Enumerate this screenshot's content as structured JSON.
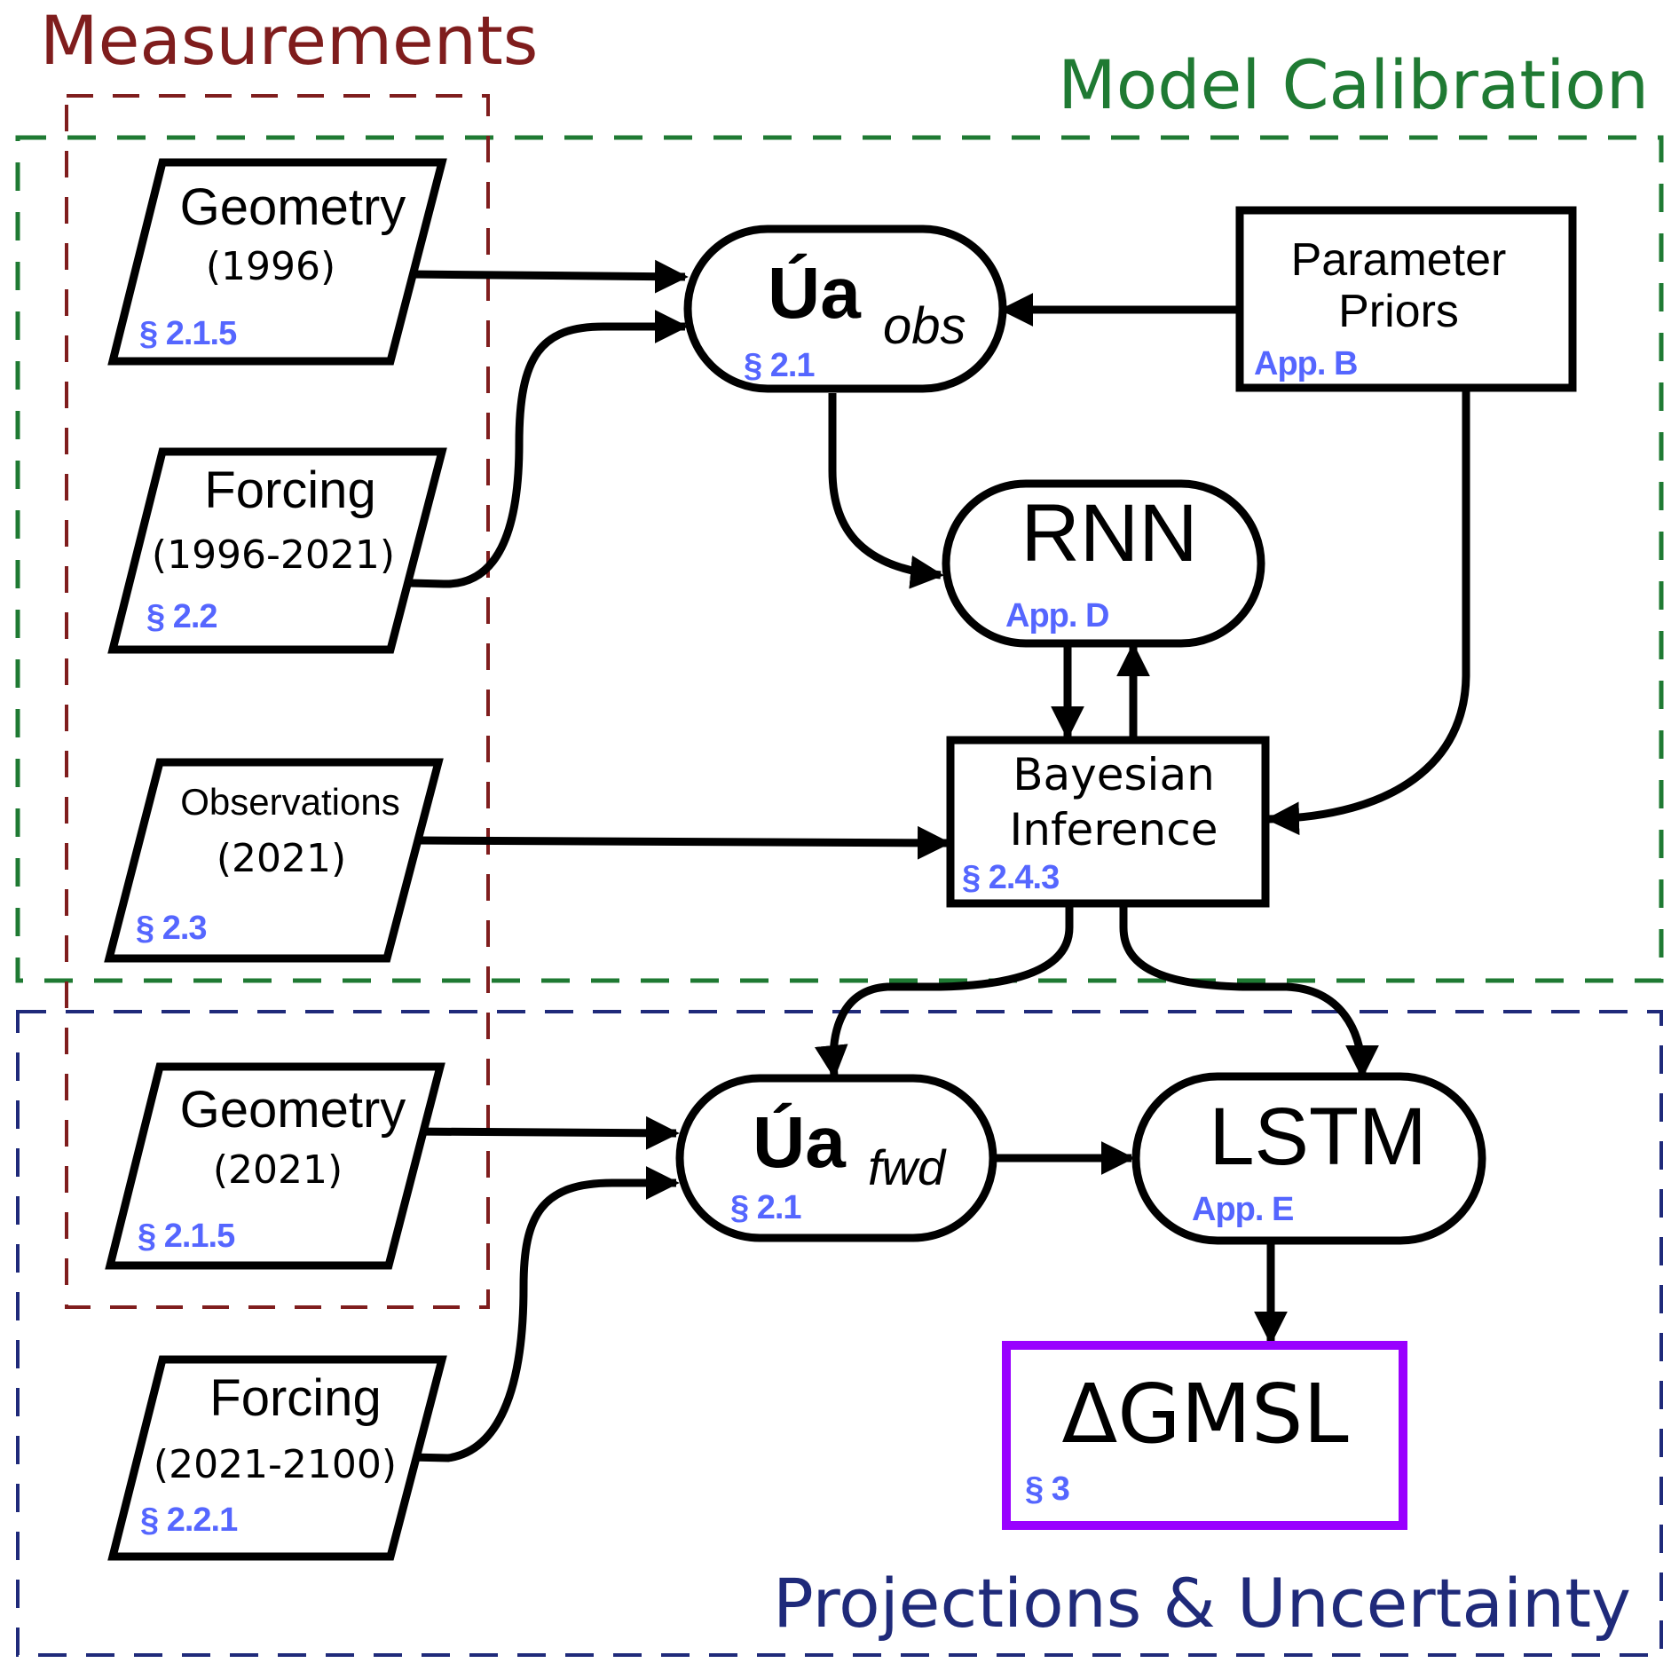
{
  "groups": {
    "measurements": {
      "title": "Measurements",
      "color": "#7f1d1d"
    },
    "calibration": {
      "title": "Model Calibration",
      "color": "#1f7a33"
    },
    "projections": {
      "title": "Projections & Uncertainty",
      "color": "#1f2a7a"
    }
  },
  "inputs": {
    "geometry_1996": {
      "title": "Geometry",
      "sub": "(1996)",
      "ref": "§ 2.1.5"
    },
    "forcing_1996": {
      "title": "Forcing",
      "sub": "(1996-2021)",
      "ref": "§ 2.2"
    },
    "observations": {
      "title": "Observations",
      "sub": "(2021)",
      "ref": "§ 2.3"
    },
    "geometry_2021": {
      "title": "Geometry",
      "sub": "(2021)",
      "ref": "§ 2.1.5"
    },
    "forcing_2021": {
      "title": "Forcing",
      "sub": "(2021-2100)",
      "ref": "§ 2.2.1"
    }
  },
  "processes": {
    "ua_obs": {
      "title": "Úa",
      "subscript": "obs",
      "ref": "§ 2.1"
    },
    "rnn": {
      "title": "RNN",
      "ref": "App. D"
    },
    "priors": {
      "line1": "Parameter",
      "line2": "Priors",
      "ref": "App. B"
    },
    "bayes": {
      "line1": "Bayesian",
      "line2": "Inference",
      "ref": "§ 2.4.3"
    },
    "ua_fwd": {
      "title": "Úa",
      "subscript": "fwd",
      "ref": "§ 2.1"
    },
    "lstm": {
      "title": "LSTM",
      "ref": "App. E"
    },
    "gmsl": {
      "title": "ΔGMSL",
      "ref": "§ 3",
      "border_color": "#9900ff"
    }
  },
  "colors": {
    "ref_text": "#5566ff"
  }
}
